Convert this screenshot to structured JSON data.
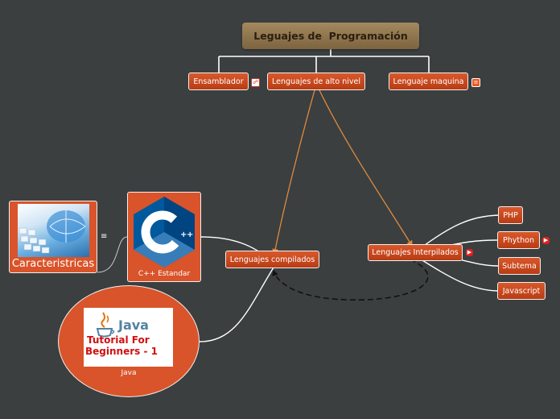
{
  "root": {
    "title": "Leguajes de  Programación"
  },
  "level1": {
    "ensamblador": "Ensamblador",
    "alto_nivel": "Lenguajes de alto nivel",
    "maquina": "Lenguaje maquina"
  },
  "compilados": {
    "label": "Lenguajes compilados",
    "cpp_caption": "C++ Estandar",
    "cpp_logo_text": "C++",
    "java_caption": "Java",
    "java_thumb": {
      "logo": "Java",
      "line1": "Tutorial For",
      "line2": "Beginners - 1"
    }
  },
  "caracteristicas": {
    "label": "Caracteristricas",
    "note_icon": "≡"
  },
  "interpilados": {
    "label": "Lenguajes Interpilados",
    "items": [
      "PHP",
      "Phython",
      "Subtema",
      "Javascript"
    ]
  },
  "icons": {
    "ensamblador": "link-icon",
    "maquina": "note-icon",
    "interpilados": "youtube-icon",
    "phython": "youtube-icon"
  },
  "colors": {
    "background": "#3b3f40",
    "node": "#d0491d",
    "root": "#957a50",
    "arrow": "#e08a3c",
    "connector": "#ffffff"
  }
}
